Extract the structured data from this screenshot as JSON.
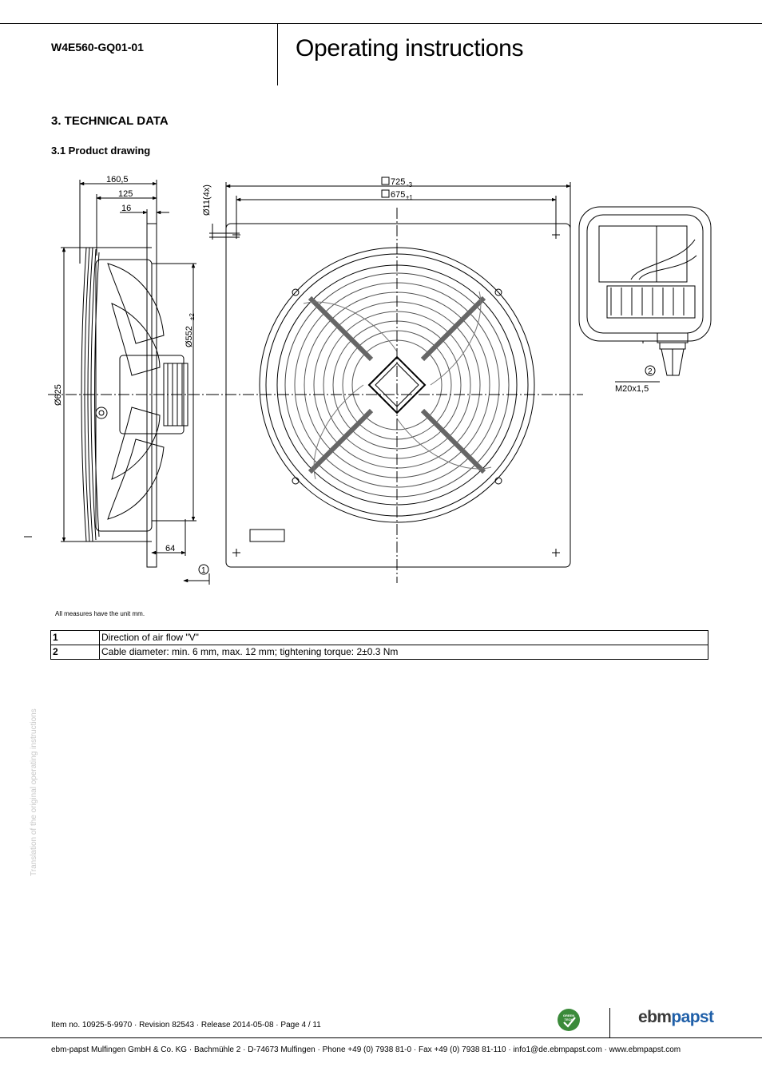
{
  "header": {
    "model": "W4E560-GQ01-01",
    "title": "Operating instructions"
  },
  "section": {
    "heading": "3. TECHNICAL DATA",
    "subheading": "3.1 Product drawing"
  },
  "drawing": {
    "dims": {
      "d160": "160,5",
      "d125": "125",
      "d16": "16",
      "d11": "Ø11(4x)",
      "d725": "725",
      "d725_tol": "-3",
      "d675": "675",
      "d675_tol": "±1",
      "d552": "Ø552",
      "d552_tol": "±2",
      "d625": "Ø625",
      "d64": "64",
      "m20": "M20x1,5"
    },
    "callouts": [
      "1",
      "2"
    ]
  },
  "note": "All measures have the unit mm.",
  "legend": [
    {
      "num": "1",
      "text": "Direction of air flow \"V\""
    },
    {
      "num": "2",
      "text": "Cable diameter: min. 6 mm, max. 12 mm; tightening torque: 2±0.3 Nm"
    }
  ],
  "sidebar_note": "Translation of the original operating instructions",
  "footer": {
    "item_line": "Item no. 10925-5-9970 · Revision 82543 · Release 2014-05-08 · Page 4 / 11",
    "company_line": "ebm-papst Mulfingen GmbH & Co. KG · Bachmühle 2 · D-74673 Mulfingen · Phone +49 (0) 7938 81-0 · Fax +49 (0) 7938 81-110 · info1@de.ebmpapst.com · www.ebmpapst.com",
    "brand_a": "ebm",
    "brand_b": "papst",
    "badge_top": "GREEN",
    "badge_bottom": "TECH"
  }
}
